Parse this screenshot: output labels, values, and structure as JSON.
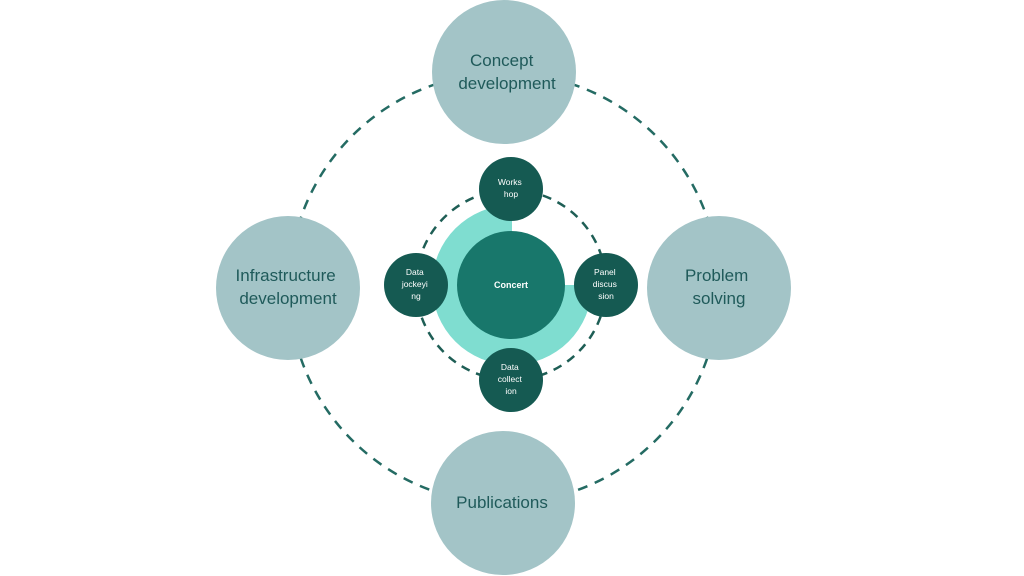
{
  "colors": {
    "outer_ring": "#246b63",
    "outer_node": "#a3c4c7",
    "outer_text": "#1f5a5a",
    "inner_ring": "#1e5e55",
    "halo": "#7fddd0",
    "center_node": "#18776b",
    "inner_node": "#155a52",
    "inner_text": "#ffffff"
  },
  "center": {
    "label": "Concert"
  },
  "outer_nodes": [
    {
      "id": "concept",
      "lines": [
        "Concept",
        "development"
      ]
    },
    {
      "id": "problem",
      "lines": [
        "Problem",
        "solving"
      ]
    },
    {
      "id": "publications",
      "lines": [
        "Publications"
      ]
    },
    {
      "id": "infrastructure",
      "lines": [
        "Infrastructure",
        "development"
      ]
    }
  ],
  "inner_nodes": [
    {
      "id": "workshop",
      "lines": [
        "Works",
        "hop"
      ]
    },
    {
      "id": "panel",
      "lines": [
        "Panel",
        "discus",
        "sion"
      ]
    },
    {
      "id": "datacollection",
      "lines": [
        "Data",
        "collect",
        "ion"
      ]
    },
    {
      "id": "datajockeying",
      "lines": [
        "Data",
        "jockeyi",
        "ng"
      ]
    }
  ]
}
